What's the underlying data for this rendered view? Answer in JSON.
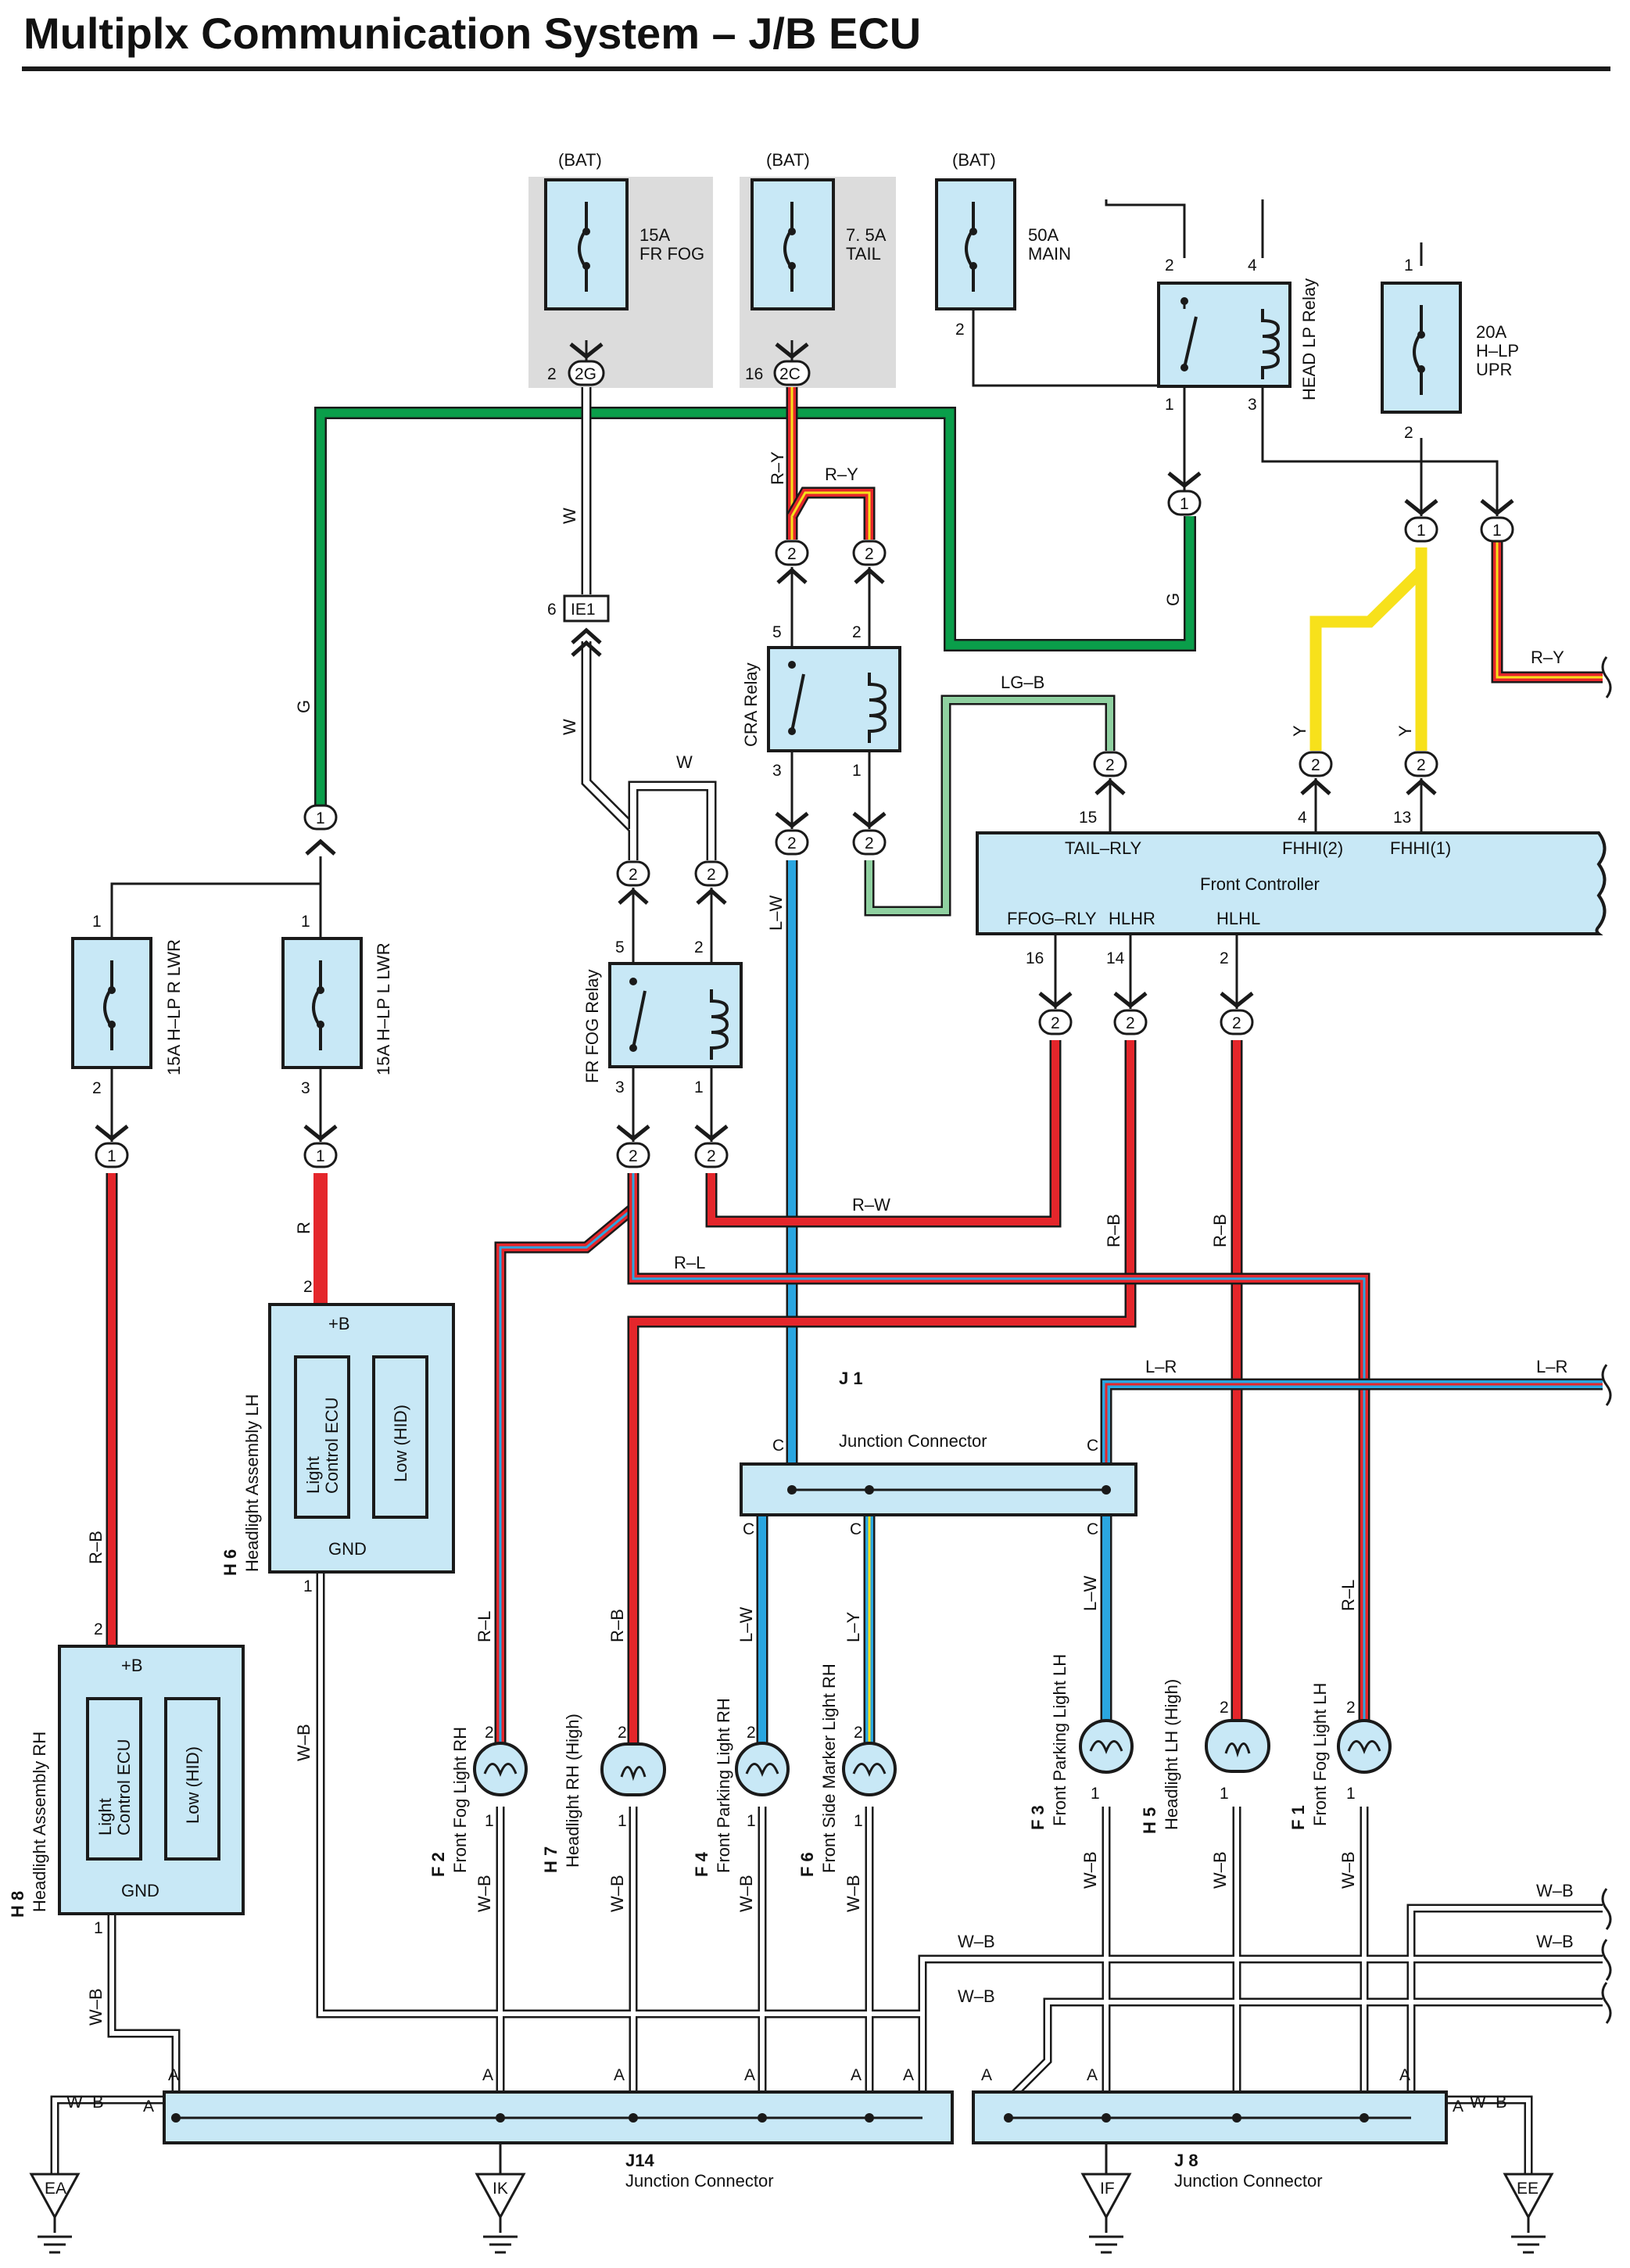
{
  "title": "Multiplx Communication System – J/B ECU",
  "fuses": {
    "fr_fog": {
      "source": "(BAT)",
      "line1": "15A",
      "line2": "FR FOG"
    },
    "tail": {
      "source": "(BAT)",
      "line1": "7. 5A",
      "line2": "TAIL"
    },
    "main": {
      "source": "(BAT)",
      "line1": "50A",
      "line2": "MAIN",
      "pin": "2"
    },
    "hlp_upr": {
      "line1": "20A",
      "line2": "H–LP",
      "line3": "UPR",
      "pin_top": "1",
      "pin_bot": "2"
    },
    "hlp_r_lwr": {
      "label": "15A H–LP R LWR",
      "pin_top": "1",
      "pin_bot": "2"
    },
    "hlp_l_lwr": {
      "label": "15A H–LP L LWR",
      "pin_top": "1",
      "pin_bot": "3"
    }
  },
  "relays": {
    "head_lp": {
      "label": "HEAD LP Relay",
      "p2": "2",
      "p4": "4",
      "p1": "1",
      "p3": "3"
    },
    "cra": {
      "label": "CRA Relay",
      "p5": "5",
      "p2": "2",
      "p3": "3",
      "p1": "1"
    },
    "fr_fog": {
      "label": "FR FOG Relay",
      "p5": "5",
      "p2": "2",
      "p3": "3",
      "p1": "1"
    }
  },
  "connectors": {
    "c_2g": "2G",
    "c_2g_pin": "2",
    "c_2c": "2C",
    "c_2c_pin": "16",
    "c_ie1": "IE1",
    "c_ie1_pin": "6",
    "one": "1",
    "two": "2"
  },
  "front_controller": {
    "name": "Front Controller",
    "tail_rly": "TAIL–RLY",
    "fhhi2": "FHHI(2)",
    "fhhi1": "FHHI(1)",
    "ffog_rly": "FFOG–RLY",
    "hlhr": "HLHR",
    "hlhl": "HLHL",
    "p15": "15",
    "p4": "4",
    "p13": "13",
    "p16": "16",
    "p14": "14",
    "p2": "2"
  },
  "headlight_assemblies": {
    "lh": {
      "code": "H 6",
      "name": "Headlight Assembly LH",
      "ecu": "Light Control ECU",
      "ecu1": "Light",
      "ecu2": "Control ECU",
      "low": "Low (HID)",
      "plus_b": "+B",
      "gnd": "GND",
      "pin_top": "2",
      "pin_bot": "1"
    },
    "rh": {
      "code": "H 8",
      "name": "Headlight Assembly RH",
      "ecu1": "Light",
      "ecu2": "Control ECU",
      "low": "Low (HID)",
      "plus_b": "+B",
      "gnd": "GND",
      "pin_top": "2",
      "pin_bot": "1"
    }
  },
  "junctions": {
    "j1": {
      "code": "J 1",
      "name": "Junction Connector",
      "pin": "C"
    },
    "j14": {
      "code": "J14",
      "name": "Junction Connector",
      "pin": "A"
    },
    "j8": {
      "code": "J 8",
      "name": "Junction Connector",
      "pin": "A"
    }
  },
  "lamps": [
    {
      "code": "F 2",
      "name": "Front Fog Light RH",
      "wire_in": "R–L",
      "wire_out": "W–B"
    },
    {
      "code": "H 7",
      "name": "Headlight RH (High)",
      "wire_in": "R–B",
      "wire_out": "W–B"
    },
    {
      "code": "F 4",
      "name": "Front Parking Light RH",
      "wire_in": "L–W",
      "wire_out": "W–B"
    },
    {
      "code": "F 6",
      "name": "Front Side Marker Light RH",
      "wire_in": "L–Y",
      "wire_out": "W–B"
    },
    {
      "code": "F 3",
      "name": "Front Parking Light LH",
      "wire_in": "L–W",
      "wire_out": "W–B"
    },
    {
      "code": "H 5",
      "name": "Headlight LH (High)",
      "wire_in": "",
      "wire_out": "W–B"
    },
    {
      "code": "F 1",
      "name": "Front Fog Light LH",
      "wire_in": "R–L",
      "wire_out": "W–B"
    }
  ],
  "lamp_pins": {
    "top": "2",
    "bot": "1"
  },
  "grounds": [
    "EA",
    "IK",
    "IF",
    "EE"
  ],
  "wire_labels": {
    "g": "G",
    "w": "W",
    "ry": "R–Y",
    "lgb": "LG–B",
    "y": "Y",
    "lw": "L–W",
    "rw": "R–W",
    "rb": "R–B",
    "rl": "R–L",
    "lr": "L–R",
    "r": "R",
    "wb": "W–B"
  },
  "colors": {
    "green": "#0a9e4a",
    "red": "#e4262b",
    "blue": "#2aa6e0",
    "yellow": "#f7e11b",
    "lightgreen": "#8fd0a0",
    "box": "#c8e8f6",
    "grey": "#dcdcdc",
    "black": "#1a1a1a"
  }
}
